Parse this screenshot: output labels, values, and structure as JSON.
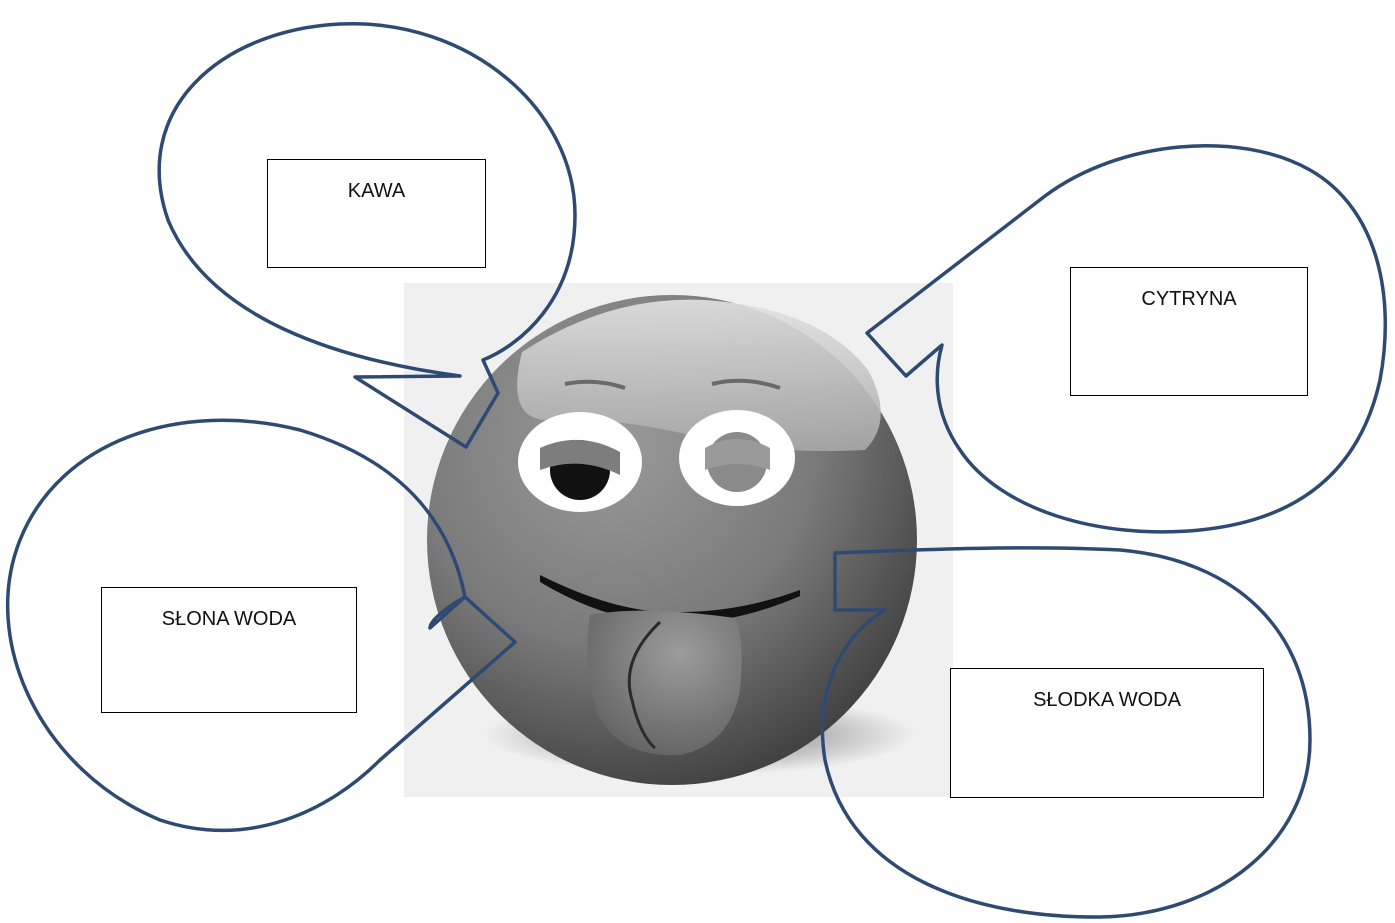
{
  "colors": {
    "bubble_stroke": "#2e4a73",
    "text": "#111111",
    "face_background": "#f0f0f0"
  },
  "center_image": {
    "icon": "tongue-out-smiley-icon"
  },
  "bubbles": [
    {
      "id": "kawa",
      "label": "KAWA"
    },
    {
      "id": "cytryna",
      "label": "CYTRYNA"
    },
    {
      "id": "slona",
      "label": "SŁONA WODA"
    },
    {
      "id": "slodka",
      "label": "SŁODKA WODA"
    }
  ]
}
